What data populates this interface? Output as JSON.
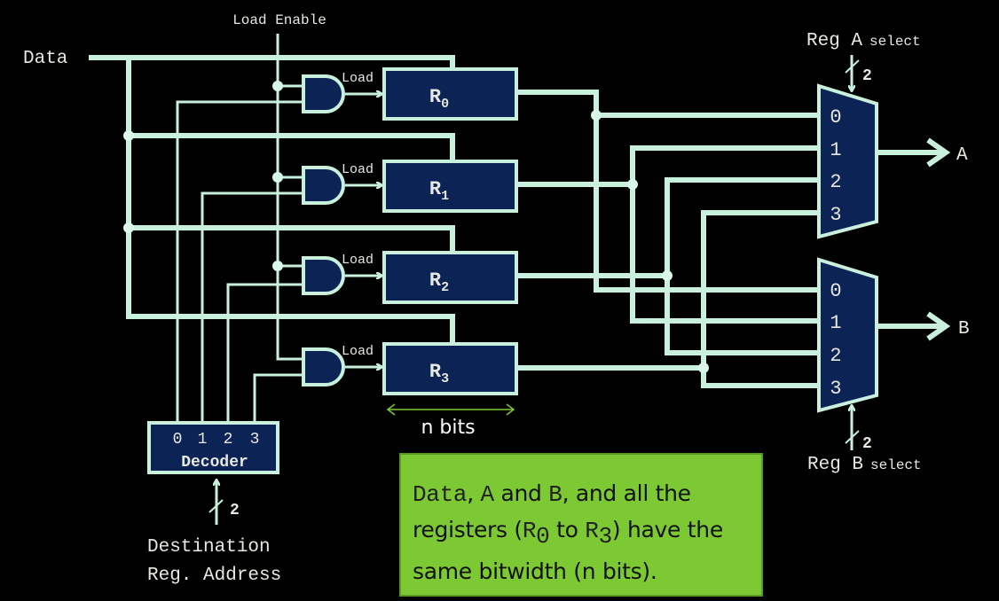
{
  "labels": {
    "data": "Data",
    "load_enable": "Load Enable",
    "load": "Load",
    "reg_a_select_main": "Reg A",
    "reg_a_select_suffix": "select",
    "reg_b_select_main": "Reg B",
    "reg_b_select_suffix": "select",
    "out_a": "A",
    "out_b": "B",
    "width_2": "2",
    "n_bits": "n bits",
    "dest_line1": "Destination",
    "dest_line2": "Reg. Address"
  },
  "registers": [
    {
      "name": "R",
      "sub": "0"
    },
    {
      "name": "R",
      "sub": "1"
    },
    {
      "name": "R",
      "sub": "2"
    },
    {
      "name": "R",
      "sub": "3"
    }
  ],
  "decoder": {
    "title": "Decoder",
    "outputs": [
      "0",
      "1",
      "2",
      "3"
    ]
  },
  "mux_inputs": [
    "0",
    "1",
    "2",
    "3"
  ],
  "note": {
    "p1": "Data",
    "p2": ", ",
    "p3": "A",
    "p4": " and ",
    "p5": "B",
    "p6": ", and all the registers (",
    "p7": "R",
    "p7sub": "0",
    "p8": " to ",
    "p9": "R",
    "p9sub": "3",
    "p10": ") have the same bitwidth (n bits)."
  },
  "colors": {
    "wire": "#c8f0dc",
    "block": "#0b2355",
    "note_bg": "#7cc934",
    "n_bits_arrow": "#7cc934"
  }
}
